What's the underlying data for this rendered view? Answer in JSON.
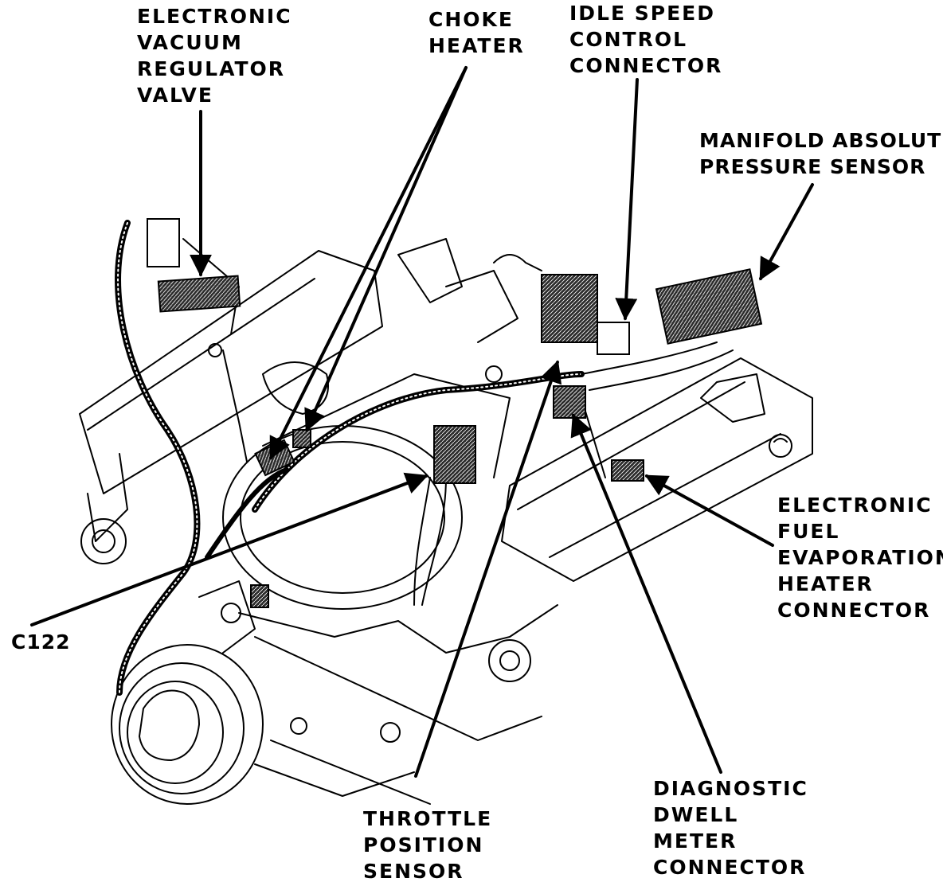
{
  "colors": {
    "ink": "#000000",
    "paper": "#ffffff",
    "shade": "#2b2b2b"
  },
  "labels": {
    "evr_valve": [
      "ELECTRONIC",
      "VACUUM",
      "REGULATOR",
      "VALVE"
    ],
    "choke_heater": [
      "CHOKE",
      "HEATER"
    ],
    "isc_connector": [
      "IDLE SPEED",
      "CONTROL",
      "CONNECTOR"
    ],
    "map_sensor": [
      "MANIFOLD ABSOLUTE",
      "PRESSURE SENSOR"
    ],
    "efe_heater": [
      "ELECTRONIC",
      "FUEL",
      "EVAPORATION",
      "HEATER",
      "CONNECTOR"
    ],
    "c122": [
      "C122"
    ],
    "tps": [
      "THROTTLE",
      "POSITION",
      "SENSOR"
    ],
    "dwell_connector": [
      "DIAGNOSTIC",
      "DWELL",
      "METER",
      "CONNECTOR"
    ]
  }
}
